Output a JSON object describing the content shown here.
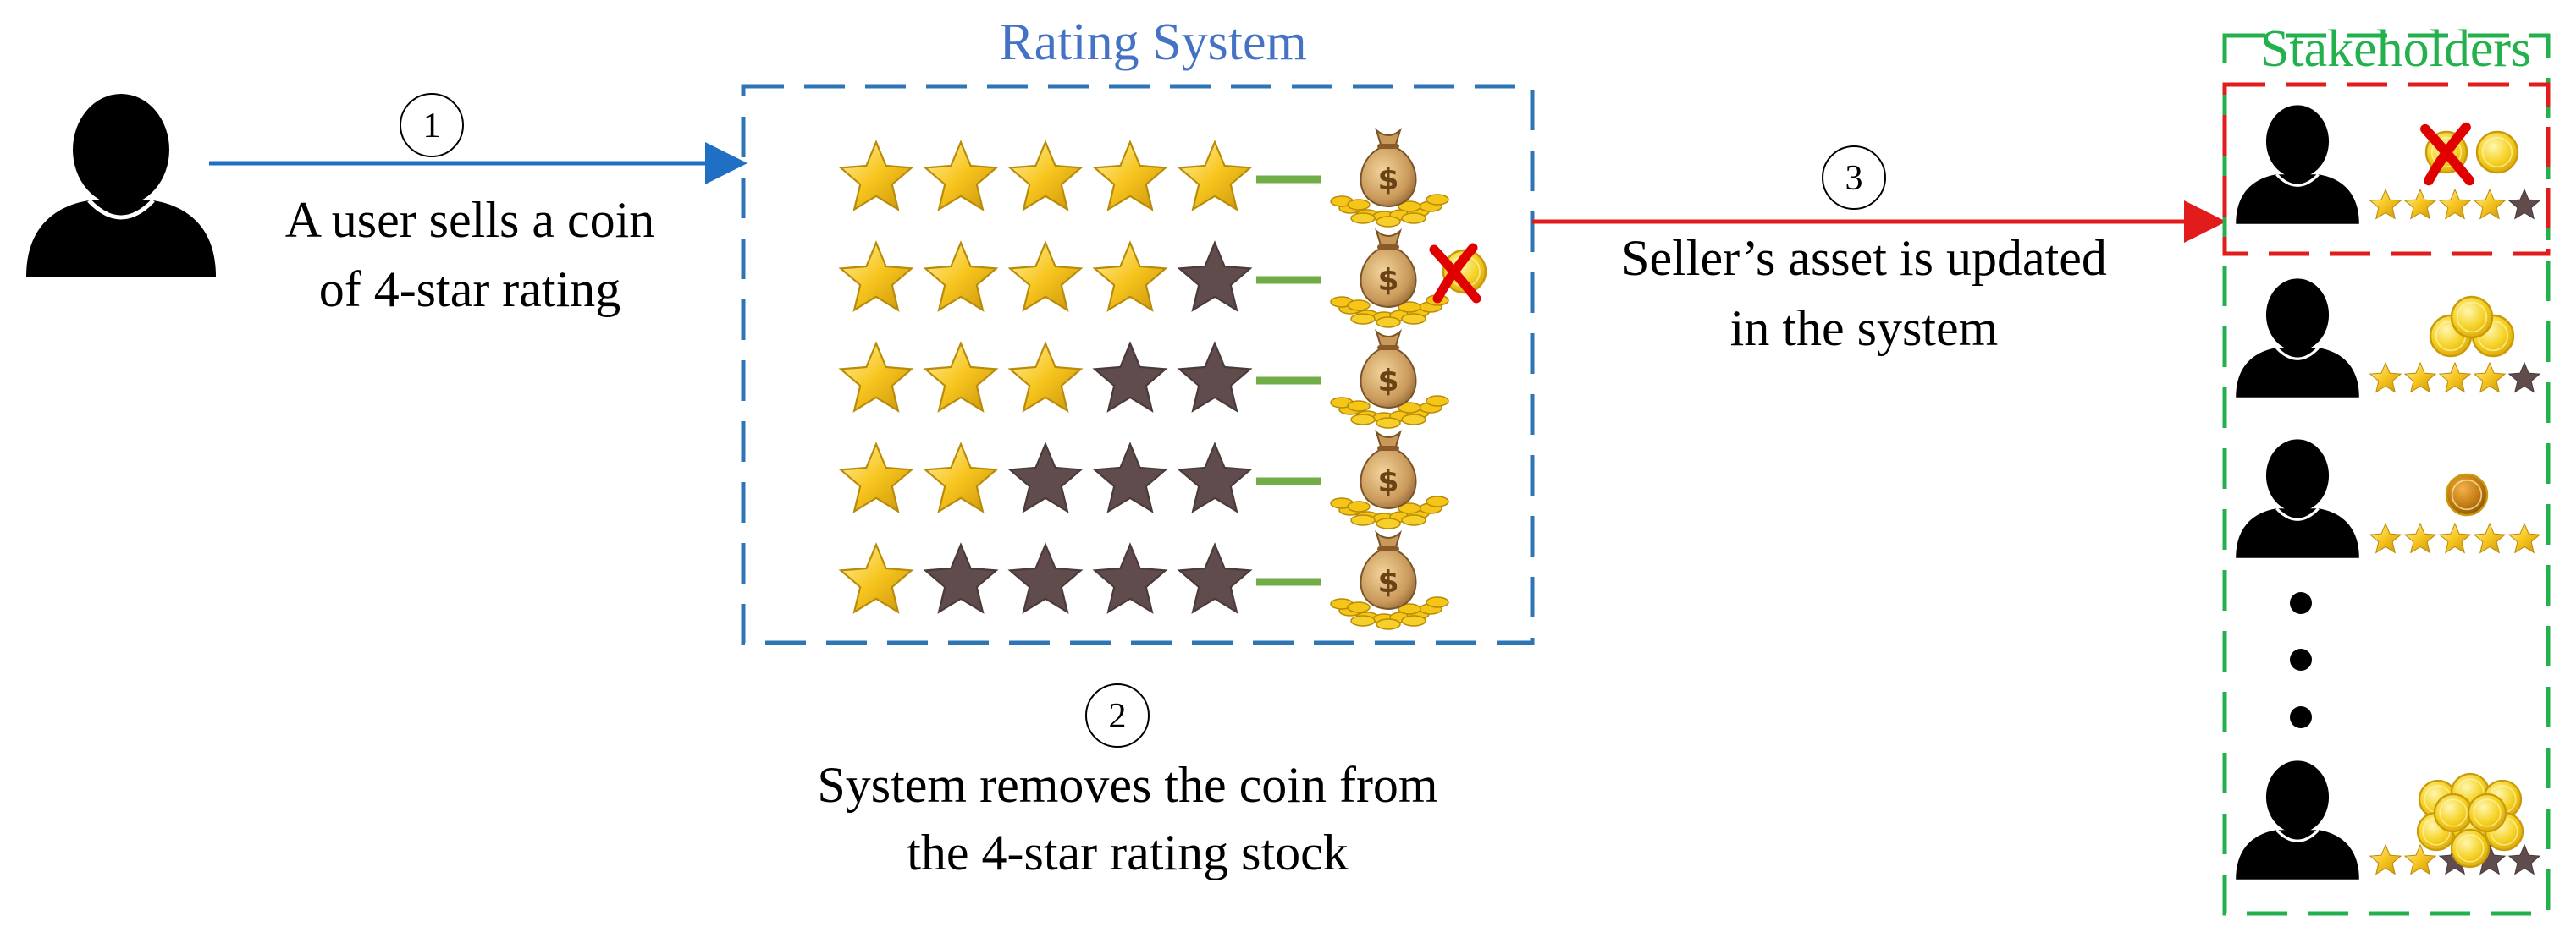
{
  "titles": {
    "rating_system": "Rating System",
    "stakeholders": "Stakeholders"
  },
  "steps": [
    {
      "number": "1",
      "lines": [
        "A user sells a coin",
        "of 4-star rating"
      ]
    },
    {
      "number": "2",
      "lines": [
        "System removes the coin from",
        "the 4-star rating stock"
      ]
    },
    {
      "number": "3",
      "lines": [
        "Seller’s asset is updated",
        "in the system"
      ]
    }
  ],
  "rating_rows": [
    {
      "stars": 5,
      "removed": false
    },
    {
      "stars": 4,
      "removed": true
    },
    {
      "stars": 3,
      "removed": false
    },
    {
      "stars": 2,
      "removed": false
    },
    {
      "stars": 1,
      "removed": false
    }
  ],
  "stakeholders": [
    {
      "stars": 4,
      "asset": "two-coins",
      "highlighted": true,
      "coin_removed": true
    },
    {
      "stars": 4,
      "asset": "three-coins",
      "highlighted": false,
      "coin_removed": false
    },
    {
      "stars": 5,
      "asset": "single-bronze-coin",
      "highlighted": false,
      "coin_removed": false
    },
    {
      "stars": 2,
      "asset": "coin-pile",
      "highlighted": false,
      "coin_removed": false
    }
  ],
  "colors": {
    "user_arrow": "#1f6fc4",
    "rating_box": "#2e75b6",
    "rating_title": "#4472c4",
    "asset_arrow": "#e21b1b",
    "stakeholder_box": "#22b14c",
    "stakeholder_title": "#22b14c",
    "highlight_box": "#e21b1b",
    "star_gold": "#f7c51e",
    "star_dark": "#604c4c",
    "connector": "#70ad47",
    "person": "#000000"
  }
}
